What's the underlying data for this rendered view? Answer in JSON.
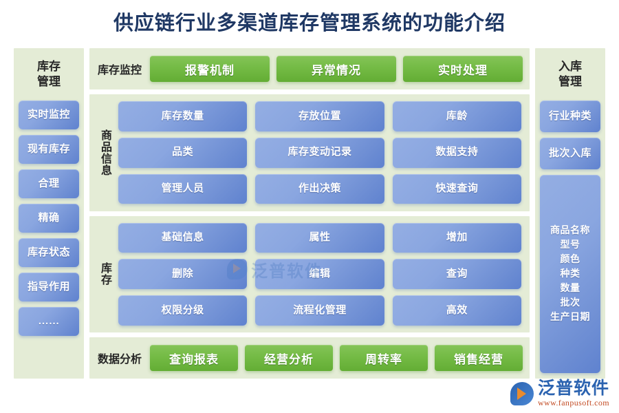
{
  "title": "供应链行业多渠道库存管理系统的功能介绍",
  "colors": {
    "title_text": "#1f3864",
    "panel_bg": "#e4ecd6",
    "blue_button": "#8aa6e0",
    "green_button": "#74bb45",
    "button_text": "#ffffff",
    "page_bg": "#ffffff",
    "watermark_blue": "#2b63b0",
    "watermark_orange": "#e98b2e",
    "watermark_url": "#c24a22"
  },
  "left_sidebar": {
    "heading": "库存\n管理",
    "heading_line1": "库存",
    "heading_line2": "管理",
    "items": [
      {
        "label": "实时监控"
      },
      {
        "label": "现有库存"
      },
      {
        "label": "合理"
      },
      {
        "label": "精确"
      },
      {
        "label": "库存状态"
      },
      {
        "label": "指导作用"
      },
      {
        "label": "……"
      }
    ]
  },
  "right_sidebar": {
    "heading_line1": "入库",
    "heading_line2": "管理",
    "items": [
      {
        "label": "行业种类"
      },
      {
        "label": "批次入库"
      },
      {
        "label": "商品名称\n型号\n颜色\n种类\n数量\n批次\n生产日期"
      }
    ]
  },
  "top_row": {
    "label": "库存监控",
    "buttons": [
      {
        "label": "报警机制"
      },
      {
        "label": "异常情况"
      },
      {
        "label": "实时处理"
      }
    ]
  },
  "product_info_block": {
    "label": "商品信息",
    "buttons": [
      {
        "label": "库存数量"
      },
      {
        "label": "存放位置"
      },
      {
        "label": "库龄"
      },
      {
        "label": "品类"
      },
      {
        "label": "库存变动记录"
      },
      {
        "label": "数据支持"
      },
      {
        "label": "管理人员"
      },
      {
        "label": "作出决策"
      },
      {
        "label": "快速查询"
      }
    ]
  },
  "inventory_block": {
    "label": "库存",
    "buttons": [
      {
        "label": "基础信息"
      },
      {
        "label": "属性"
      },
      {
        "label": "增加"
      },
      {
        "label": "删除"
      },
      {
        "label": "编辑"
      },
      {
        "label": "查询"
      },
      {
        "label": "权限分级"
      },
      {
        "label": "流程化管理"
      },
      {
        "label": "高效"
      }
    ]
  },
  "bottom_row": {
    "label": "数据分析",
    "buttons": [
      {
        "label": "查询报表"
      },
      {
        "label": "经营分析"
      },
      {
        "label": "周转率"
      },
      {
        "label": "销售经营"
      }
    ]
  },
  "watermarks": {
    "center_text": "泛普软件",
    "corner_name": "泛普软件",
    "corner_url": "www.fanpusoft.com"
  }
}
